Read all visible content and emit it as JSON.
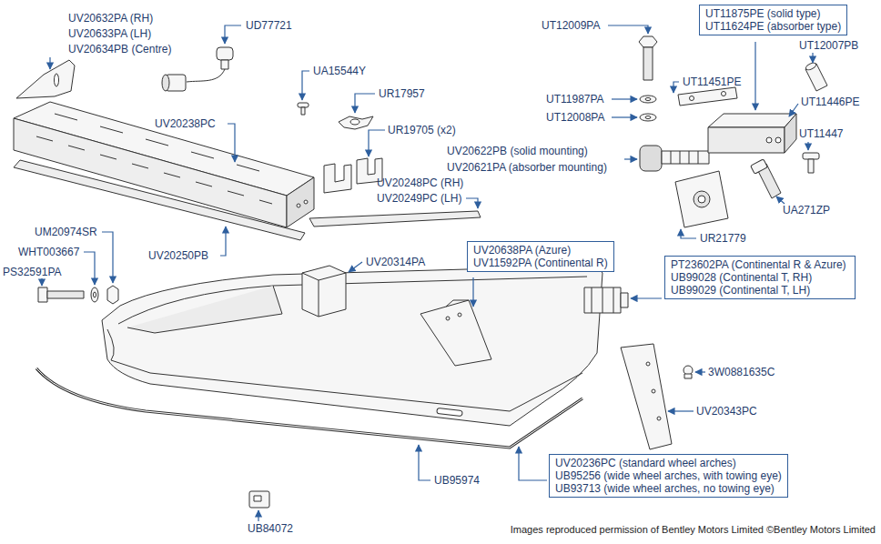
{
  "diagram": {
    "caption": "Images reproduced permission of Bentley Motors Limited ©Bentley Motors Limited",
    "nodes": [
      {
        "text": [
          "UT11875PE (solid type)",
          "UT11624PE (absorber type)"
        ]
      },
      {
        "text": [
          "UV20638PA (Azure)",
          "UV11592PA (Continental R)"
        ]
      },
      {
        "text": [
          "PT23602PA (Continental R & Azure)",
          "UB99028 (Continental T, RH)",
          "UB99029 (Continental T, LH)"
        ]
      },
      {
        "text": [
          "UV20236PC (standard wheel arches)",
          "UB95256 (wide wheel arches, with towing eye)",
          "UB93713 (wide wheel arches, no towing eye)"
        ]
      }
    ],
    "labels": [
      "UV20632PA (RH)",
      "UV20633PA (LH)",
      "UV20634PB (Centre)",
      "UD77721",
      "UA15544Y",
      "UR17957",
      "UR19705 (x2)",
      "UV20238PC",
      "UV20248PC (RH)",
      "UV20249PC (LH)",
      "UV20250PB",
      "UT12009PA",
      "UT11451PE",
      "UT12007PB",
      "UT11987PA",
      "UT12008PA",
      "UV20622PB (solid mounting)",
      "UV20621PA (absorber mounting)",
      "UT11446PE",
      "UT11447",
      "UA271ZP",
      "UR21779",
      "UM20974SR",
      "WHT003667",
      "PS32591PA",
      "UV20314PA",
      "3W0881635C",
      "UV20343PC",
      "UB95974",
      "UB84072"
    ]
  }
}
